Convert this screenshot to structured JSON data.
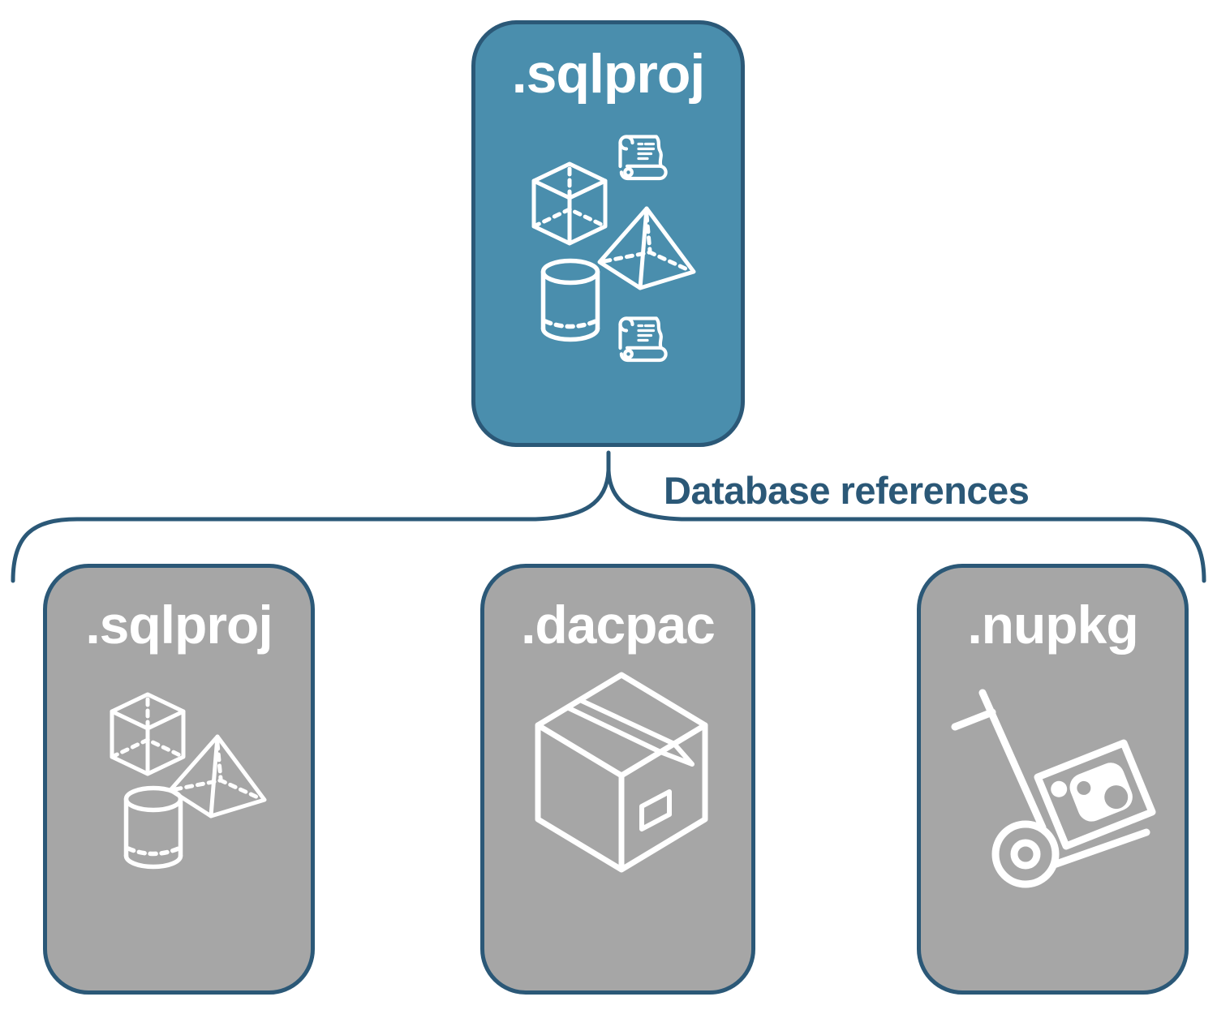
{
  "diagram": {
    "background_color": "#FFFFFF",
    "outline_color": "#2B5877",
    "root_card": {
      "label": ".sqlproj",
      "fill_color": "#4A8EAD",
      "text_color": "#FFFFFF",
      "icons": [
        "scroll-icon",
        "cube-icon",
        "pyramid-icon",
        "cylinder-icon",
        "scroll-icon"
      ]
    },
    "connector": {
      "shape": "curly-brace",
      "label": "Database references",
      "label_color": "#2B5877"
    },
    "child_cards": [
      {
        "label": ".sqlproj",
        "fill_color": "#A6A6A6",
        "text_color": "#FFFFFF",
        "icons": [
          "cube-icon",
          "pyramid-icon",
          "cylinder-icon"
        ]
      },
      {
        "label": ".dacpac",
        "fill_color": "#A6A6A6",
        "text_color": "#FFFFFF",
        "icons": [
          "package-box-icon"
        ]
      },
      {
        "label": ".nupkg",
        "fill_color": "#A6A6A6",
        "text_color": "#FFFFFF",
        "icons": [
          "hand-truck-package-icon"
        ]
      }
    ]
  }
}
